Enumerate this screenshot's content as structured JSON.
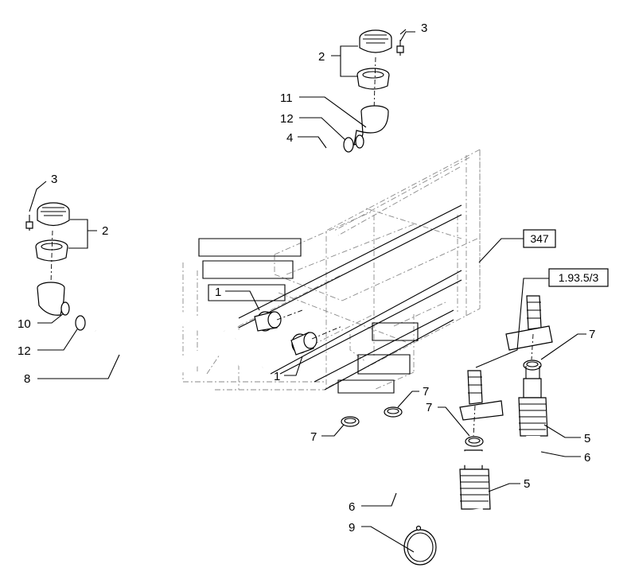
{
  "callouts": {
    "c_3_top": "3",
    "c_2_top": "2",
    "c_11": "11",
    "c_12_top": "12",
    "c_4": "4",
    "c_3_left": "3",
    "c_2_left": "2",
    "c_1_a": "1",
    "c_1_b": "1",
    "c_10": "10",
    "c_12_left": "12",
    "c_8": "8",
    "c_7_right": "7",
    "c_7_mid_a": "7",
    "c_7_mid_b": "7",
    "c_7_left": "7",
    "c_5_right": "5",
    "c_6_right": "6",
    "c_5_mid": "5",
    "c_6_mid": "6",
    "c_9": "9"
  },
  "references": {
    "ref_347": "347",
    "ref_193": "1.93.5/3"
  }
}
